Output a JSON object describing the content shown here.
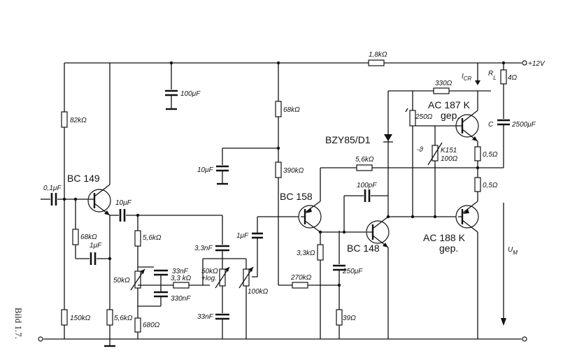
{
  "figure_caption": "Bild 1.7.",
  "supply": "+12V",
  "transistors": {
    "t1": "BC 149",
    "t2": "BC 158",
    "t3": "BC 148",
    "t4": "AC 187 K",
    "t4_sub": "gep.",
    "t5": "AC 188 K",
    "t5_sub": "gep."
  },
  "diode": "BZY85/D1",
  "labels": {
    "r_1k8": "1,8kΩ",
    "r_82k": "82kΩ",
    "r_150k": "150kΩ",
    "r_68k_a": "68kΩ",
    "r_5k6_a": "5,6kΩ",
    "r_5k6_b": "5,6kΩ",
    "r_680": "680Ω",
    "r_3k3_a": "3,3 kΩ",
    "r_50k_a": "50kΩ",
    "r_50k_b": "50kΩ",
    "r_50k_b_sub": "+log.",
    "r_100k": "100kΩ",
    "r_68k_b": "68kΩ",
    "r_390k": "390kΩ",
    "r_270k": "270kΩ",
    "r_3k3_b": "3,3kΩ",
    "r_39": "39Ω",
    "r_5k6_fb": "5,6kΩ",
    "r_330": "330Ω",
    "r_250": "250Ω",
    "r_ntc": "K151",
    "r_ntc_val": "100Ω",
    "r_0_5_a": "0,5Ω",
    "r_0_5_b": "0,5Ω",
    "r_4": "4Ω",
    "c_100u": "100μF",
    "c_0_1u": "0,1μF",
    "c_10u_a": "10μF",
    "c_1u_a": "1μF",
    "c_33n_a": "33nF",
    "c_330n": "330nF",
    "c_3n3": "3,3nF",
    "c_33n_b": "33nF",
    "c_1u_b": "1μF",
    "c_10u_b": "10μF",
    "c_100p": "100pF",
    "c_250u": "250μF",
    "c_2500u": "2500μF",
    "c_c": "C",
    "i_cr": "I",
    "i_cr_sub": "CR",
    "r_l": "R",
    "r_l_sub": "L",
    "u_m": "U",
    "u_m_sub": "M",
    "theta": "-ϑ"
  }
}
